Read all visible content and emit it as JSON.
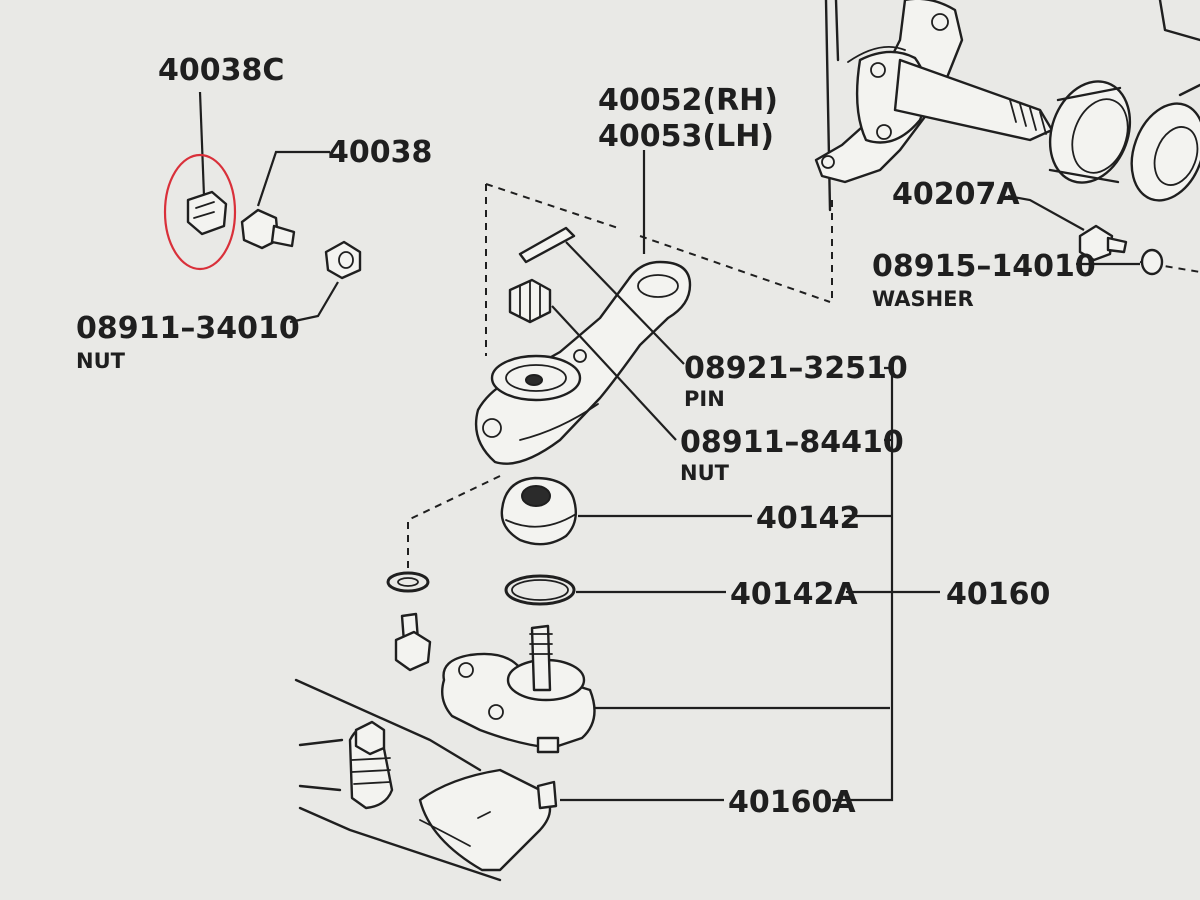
{
  "labels": {
    "p40038c": "40038C",
    "p40038": "40038",
    "p08911_34010": "08911–34010",
    "p08911_34010_name": "NUT",
    "p40052": "40052(RH)",
    "p40053": "40053(LH)",
    "p40207a": "40207A",
    "p08915_14010": "08915–14010",
    "p08915_14010_name": "WASHER",
    "p08921_32510": "08921–32510",
    "p08921_32510_name": "PIN",
    "p08911_84410": "08911–84410",
    "p08911_84410_name": "NUT",
    "p40142": "40142",
    "p40142a": "40142A",
    "p40160": "40160",
    "p40160a": "40160A"
  },
  "highlight_color": "#d9303a"
}
